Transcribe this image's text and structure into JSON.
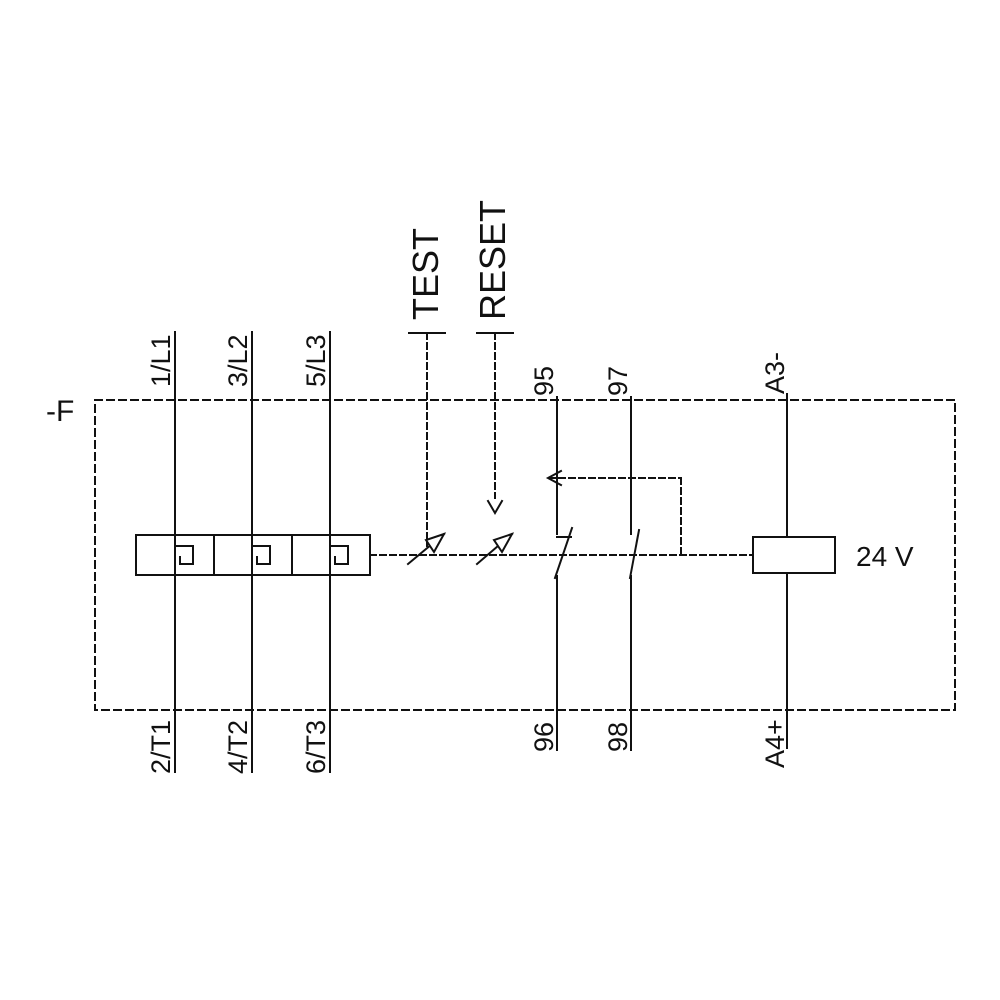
{
  "diagram": {
    "designator": "-F",
    "power_terminals": {
      "l1": "1/L1",
      "l2": "3/L2",
      "l3": "5/L3",
      "t1": "2/T1",
      "t2": "4/T2",
      "t3": "6/T3"
    },
    "controls": {
      "test": "TEST",
      "reset": "RESET"
    },
    "aux_contacts": {
      "nc_top": "95",
      "nc_bottom": "96",
      "no_top": "97",
      "no_bottom": "98"
    },
    "supply": {
      "top": "A3-",
      "bottom": "A4+",
      "voltage": "24 V"
    },
    "colors": {
      "line": "#111111",
      "background": "#ffffff"
    }
  }
}
